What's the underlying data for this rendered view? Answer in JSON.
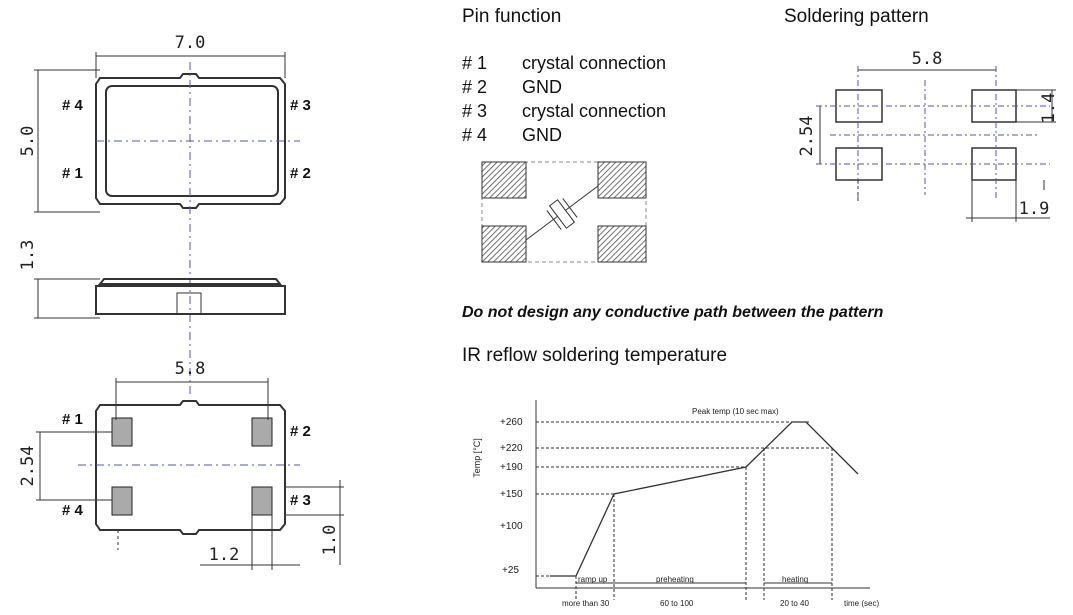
{
  "mechanical": {
    "top_width": "7.0",
    "top_height": "5.0",
    "side_height": "1.3",
    "bottom_width": "5.8",
    "bottom_height": "2.54",
    "bottom_pad": "1.0",
    "bottom_pad_width": "1.2",
    "pins_top": [
      "# 4",
      "# 3",
      "# 1",
      "# 2"
    ],
    "pins_bottom": [
      "# 1",
      "# 2",
      "# 4",
      "# 3"
    ]
  },
  "pin_function": {
    "title": "Pin function",
    "items": [
      {
        "num": "# 1",
        "desc": "crystal connection"
      },
      {
        "num": "# 2",
        "desc": "GND"
      },
      {
        "num": "# 3",
        "desc": "crystal connection"
      },
      {
        "num": "# 4",
        "desc": "GND"
      }
    ]
  },
  "soldering_pattern": {
    "title": "Soldering pattern",
    "width": "5.8",
    "height": "2.54",
    "pad_height": "1.4",
    "pad_width": "1.9"
  },
  "warning": "Do not design any conductive path between the pattern",
  "reflow": {
    "title": "IR reflow soldering temperature",
    "y_axis_label": "Temp [°C]",
    "peak_label": "Peak temp (10 sec max)",
    "y_ticks": [
      "+260",
      "+220",
      "+190",
      "+150",
      "+100",
      "+25"
    ],
    "stages": [
      "ramp up",
      "preheating",
      "heating"
    ],
    "durations": [
      "more than 30",
      "60 to 100",
      "20 to 40"
    ],
    "x_axis_label": "time (sec)"
  }
}
